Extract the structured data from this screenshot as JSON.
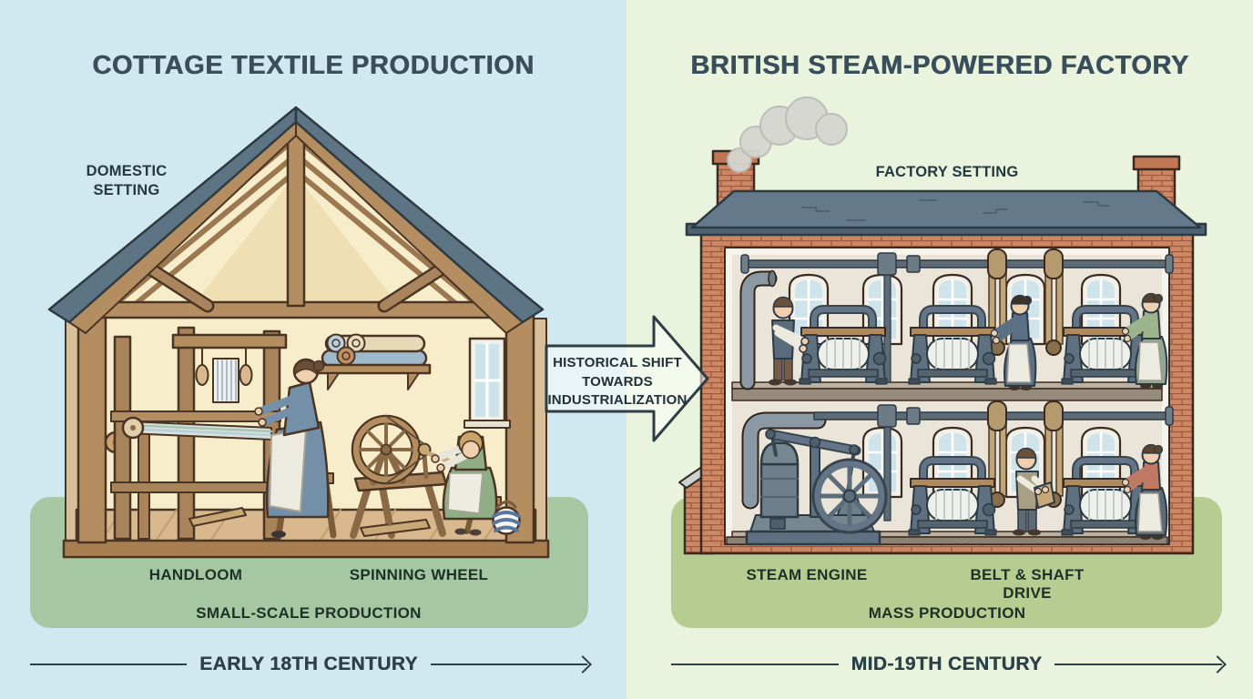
{
  "left_panel": {
    "title": "COTTAGE TEXTILE PRODUCTION",
    "setting_lines": [
      "DOMESTIC",
      "SETTING"
    ],
    "machine_labels": [
      "HANDLOOM",
      "SPINNING WHEEL"
    ],
    "production_label": "SMALL-SCALE PRODUCTION",
    "timeline_label": "EARLY 18TH CENTURY"
  },
  "right_panel": {
    "title": "BRITISH STEAM-POWERED FACTORY",
    "setting_label": "FACTORY SETTING",
    "machine_labels": [
      "STEAM ENGINE",
      "BELT & SHAFT DRIVE"
    ],
    "production_label": "MASS PRODUCTION",
    "timeline_label": "MID-19TH CENTURY"
  },
  "transition_arrow": {
    "label_lines": [
      "HISTORICAL SHIFT",
      "TOWARDS",
      "INDUSTRIALIZATION"
    ]
  },
  "colors": {
    "left_background": "#d0e8f0",
    "right_background": "#e9f3dd",
    "left_band": "#a5c7a1",
    "right_band": "#b6cc90",
    "title_text": "#394e5b",
    "label_text": "#1e3126",
    "timeline_text": "#2b4147",
    "cottage_wood": "#b48e60",
    "roof_slate": "#5d7485",
    "factory_brick": "#cd8764",
    "machine_steel": "#5f7181",
    "belt_tan": "#c2a575"
  }
}
